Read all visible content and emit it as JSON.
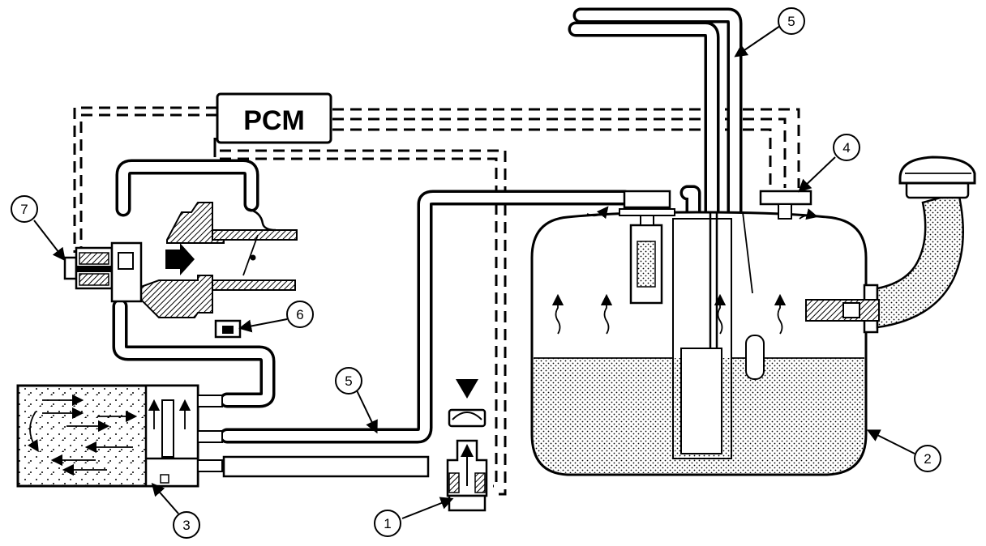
{
  "pcm": {
    "label": "PCM"
  },
  "callouts": [
    "1",
    "2",
    "3",
    "4",
    "5",
    "5",
    "6",
    "7"
  ]
}
